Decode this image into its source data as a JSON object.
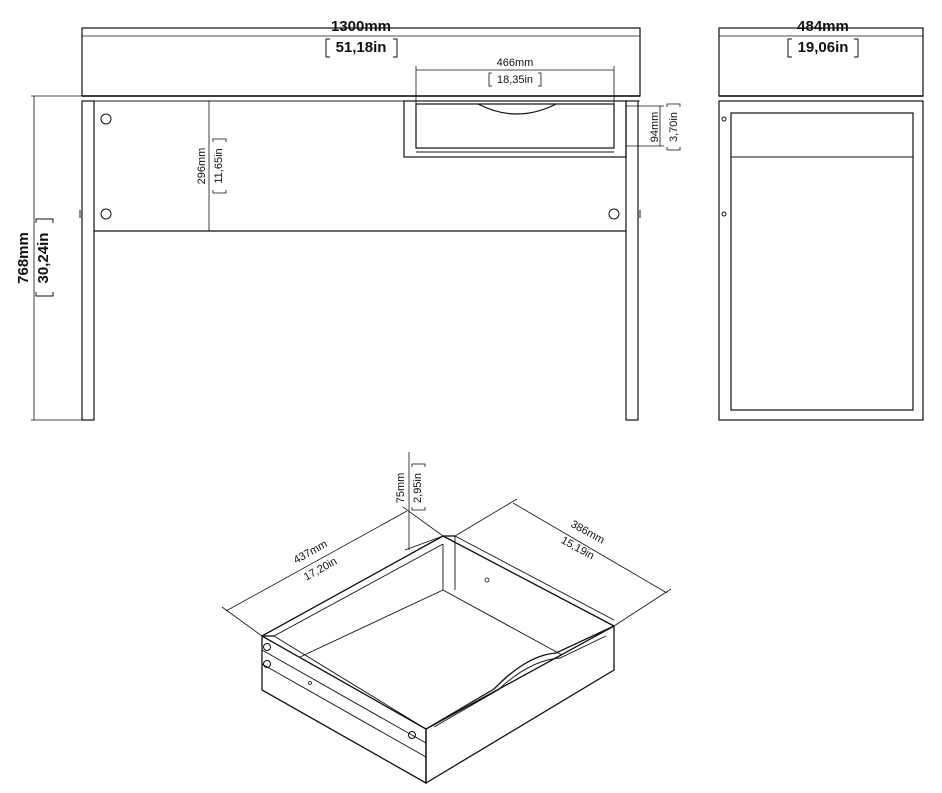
{
  "front_view": {
    "width": {
      "mm": "1300mm",
      "inch": "51,18in"
    },
    "height": {
      "mm": "768mm",
      "inch": "30,24in"
    },
    "panel_height": {
      "mm": "296mm",
      "inch": "11,65in"
    },
    "drawer_width": {
      "mm": "466mm",
      "inch": "18,35in"
    },
    "drawer_height": {
      "mm": "94mm",
      "inch": "3,70in"
    }
  },
  "side_view": {
    "depth": {
      "mm": "484mm",
      "inch": "19,06in"
    }
  },
  "drawer_view": {
    "width": {
      "mm": "437mm",
      "inch": "17,20in"
    },
    "depth": {
      "mm": "386mm",
      "inch": "15,19in"
    },
    "height": {
      "mm": "75mm",
      "inch": "2,95in"
    }
  }
}
